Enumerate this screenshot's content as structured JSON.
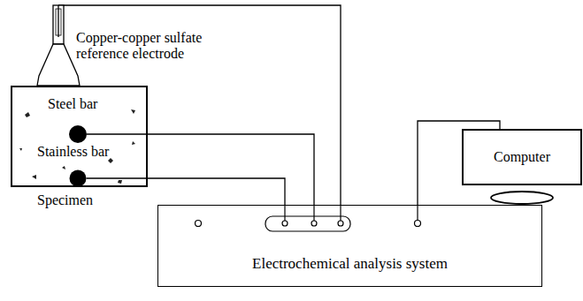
{
  "diagram": {
    "nodes": [
      {
        "text": [
          "Specimen"
        ]
      },
      {
        "text": [
          "Steel bar"
        ],
        "in": 0
      },
      {
        "text": [
          "Stainless bar"
        ],
        "in": 0
      },
      {
        "text": [
          "Copper-copper sulfate reference electrode"
        ]
      },
      {
        "text": [
          "Computer"
        ]
      },
      {
        "text": [
          "Electrochemical analysis system"
        ]
      }
    ],
    "edges": [
      {
        "from": 1,
        "to": 5,
        "arrow": "none"
      },
      {
        "from": 2,
        "to": 5,
        "arrow": "none"
      },
      {
        "from": 3,
        "to": 5,
        "arrow": "none"
      },
      {
        "from": 5,
        "to": 4,
        "arrow": "none"
      }
    ]
  }
}
